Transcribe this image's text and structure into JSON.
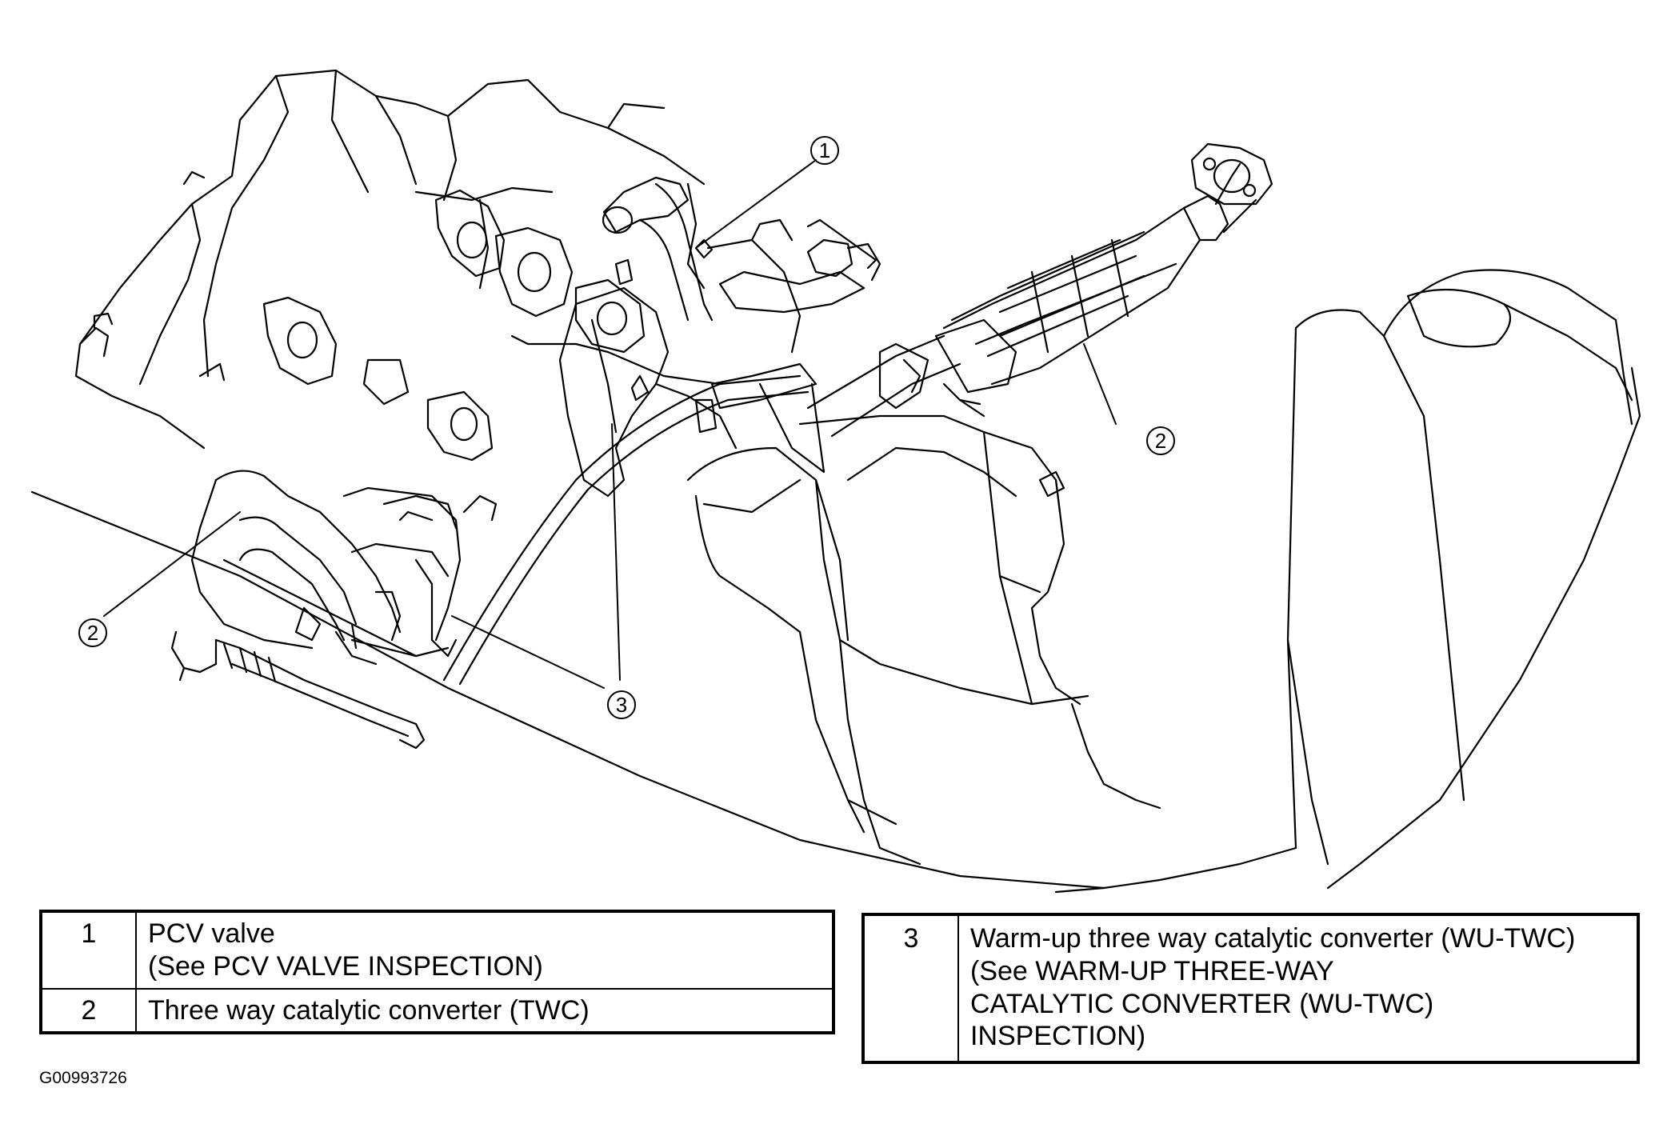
{
  "callouts": [
    "1",
    "2",
    "2",
    "3"
  ],
  "legend": {
    "left": [
      {
        "num": "1",
        "lines": [
          "PCV valve",
          "(See PCV VALVE INSPECTION)"
        ]
      },
      {
        "num": "2",
        "lines": [
          "Three way catalytic converter (TWC)"
        ]
      }
    ],
    "right": [
      {
        "num": "3",
        "lines": [
          "Warm-up three way catalytic converter (WU-TWC)",
          "(See WARM-UP THREE-WAY",
          "CATALYTIC CONVERTER (WU-TWC)",
          "INSPECTION)"
        ]
      }
    ]
  },
  "figure_id": "G00993726"
}
